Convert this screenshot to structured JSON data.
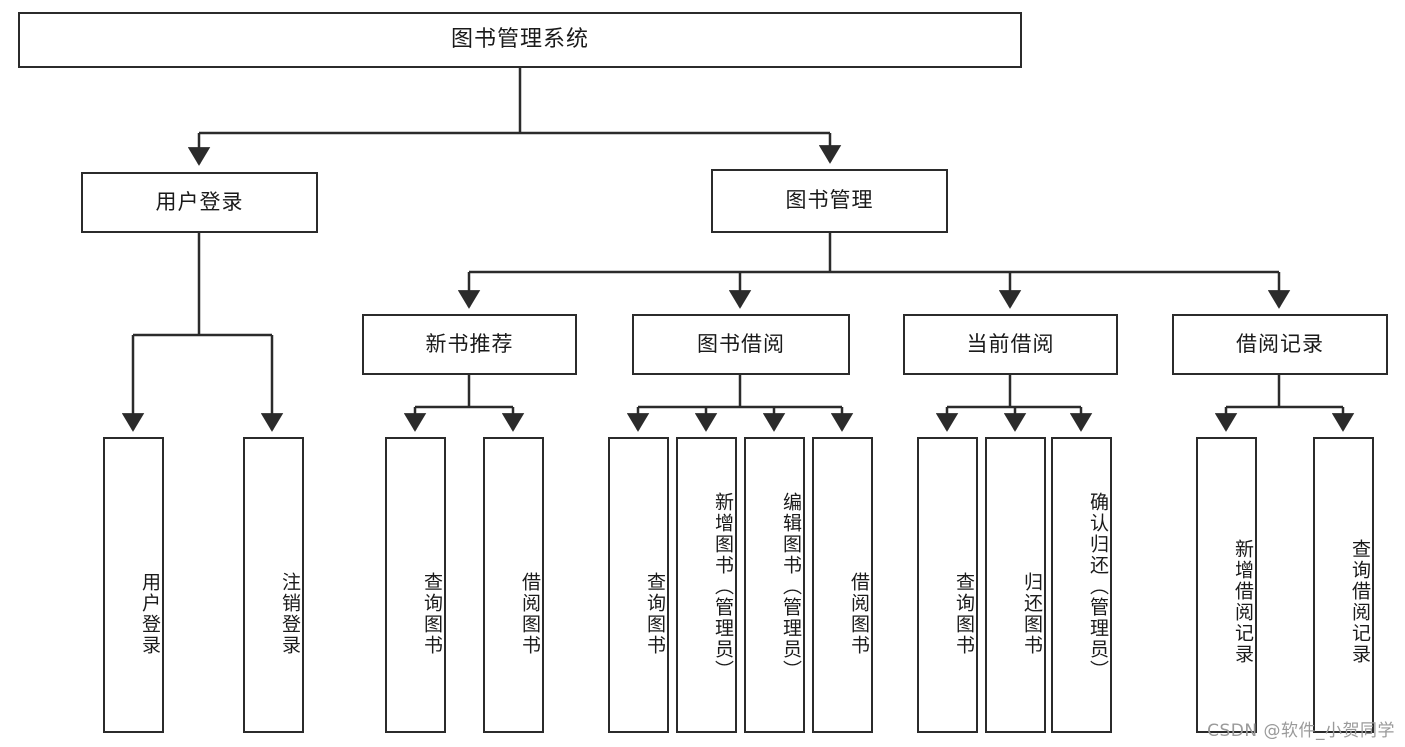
{
  "diagram": {
    "type": "tree-hierarchy",
    "title": "图书管理系统",
    "orientation": "top-down",
    "line_color": "#2b2b2b",
    "box_fill": "#ffffff",
    "levels": 4,
    "nodes": {
      "root": {
        "label": "图书管理系统"
      },
      "level2": [
        {
          "id": "user-login",
          "label": "用户登录"
        },
        {
          "id": "book-manage",
          "label": "图书管理"
        }
      ],
      "level3": [
        {
          "id": "new-book-recommend",
          "label": "新书推荐",
          "parent": "book-manage"
        },
        {
          "id": "book-borrow",
          "label": "图书借阅",
          "parent": "book-manage"
        },
        {
          "id": "current-borrow",
          "label": "当前借阅",
          "parent": "book-manage"
        },
        {
          "id": "borrow-record",
          "label": "借阅记录",
          "parent": "book-manage"
        }
      ],
      "leaves": {
        "user-login": [
          {
            "id": "leaf-user-login",
            "label": "用户登录"
          },
          {
            "id": "leaf-user-logout",
            "label": "注销登录"
          }
        ],
        "new-book-recommend": [
          {
            "id": "leaf-query-book-1",
            "label": "查询图书"
          },
          {
            "id": "leaf-borrow-book-1",
            "label": "借阅图书"
          }
        ],
        "book-borrow": [
          {
            "id": "leaf-query-book-2",
            "label": "查询图书"
          },
          {
            "id": "leaf-add-book",
            "label": "新增图书（管理员）"
          },
          {
            "id": "leaf-edit-book",
            "label": "编辑图书（管理员）"
          },
          {
            "id": "leaf-borrow-book-2",
            "label": "借阅图书"
          }
        ],
        "current-borrow": [
          {
            "id": "leaf-query-book-3",
            "label": "查询图书"
          },
          {
            "id": "leaf-return-book",
            "label": "归还图书"
          },
          {
            "id": "leaf-confirm-return",
            "label": "确认归还（管理员）"
          }
        ],
        "borrow-record": [
          {
            "id": "leaf-add-record",
            "label": "新增借阅记录"
          },
          {
            "id": "leaf-query-record",
            "label": "查询借阅记录"
          }
        ]
      }
    }
  },
  "watermark": {
    "text": "CSDN @软件_小贺同学"
  }
}
